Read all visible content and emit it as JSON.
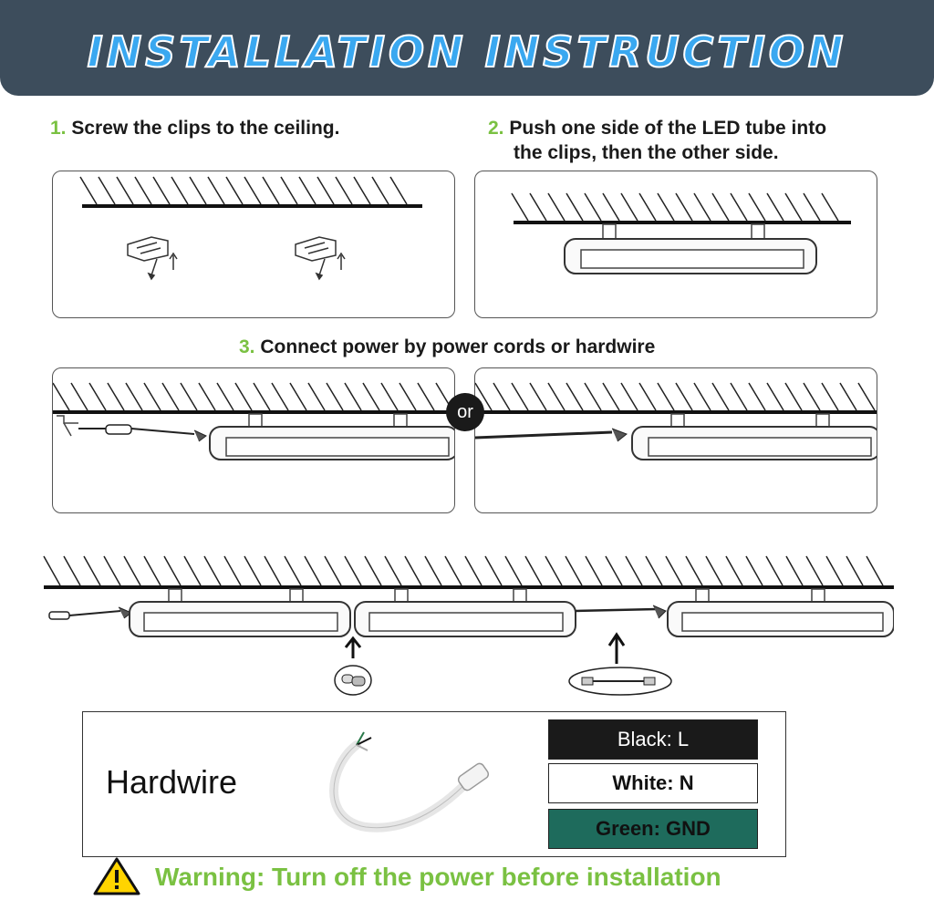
{
  "banner": {
    "title": "INSTALLATION INSTRUCTION",
    "bg_color": "#3d4d5c",
    "text_color": "#3aa8f0"
  },
  "steps": [
    {
      "number": "1.",
      "text": "Screw the clips to the ceiling."
    },
    {
      "number": "2.",
      "text_line1": "Push one side of the LED tube into",
      "text_line2": "the clips, then the other side."
    },
    {
      "number": "3.",
      "text": "Connect power by power cords or hardwire"
    }
  ],
  "or_label": "or",
  "hardwire": {
    "label": "Hardwire",
    "wires": [
      {
        "label": "Black: L",
        "color": "#1a1a1a"
      },
      {
        "label": "White: N",
        "color": "#ffffff"
      },
      {
        "label": "Green: GND",
        "color": "#1e6b5c"
      }
    ]
  },
  "warning": {
    "text": "Warning: Turn off the power before installation",
    "icon": "warning-triangle-icon",
    "color": "#7ac142"
  },
  "accent_color": "#7ac142"
}
